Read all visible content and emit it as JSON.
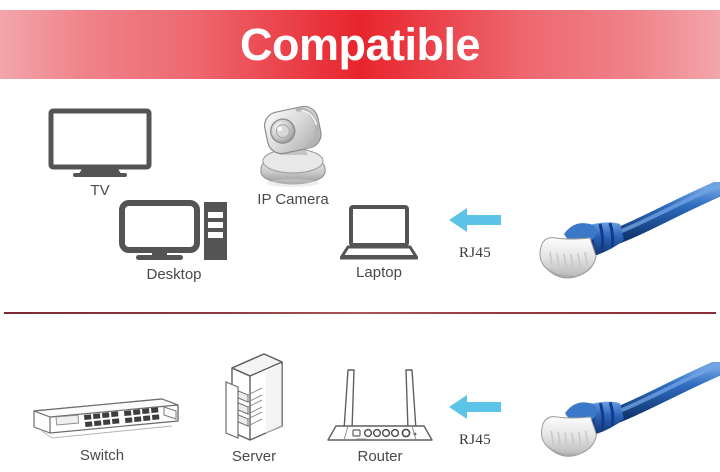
{
  "banner": {
    "title": "Compatible",
    "gradient_center_color": "#e8242d",
    "gradient_edge_color": "#f2a6ab",
    "text_color": "#ffffff"
  },
  "divider": {
    "color": "#8a2f37"
  },
  "theme": {
    "icon_color": "#545454",
    "label_color": "#4a4a4a",
    "arrow_color": "#5bc4e8",
    "cable_blue": "#1f5fb4",
    "cable_blue_dark": "#123a73",
    "cable_blue_light": "#5b93dd"
  },
  "top_row": {
    "devices": [
      {
        "label": "TV",
        "icon": "tv-icon"
      },
      {
        "label": "IP Camera",
        "icon": "ip-camera-icon"
      },
      {
        "label": "Desktop",
        "icon": "desktop-computer-icon"
      },
      {
        "label": "Laptop",
        "icon": "laptop-icon"
      }
    ],
    "connector": {
      "label": "RJ45",
      "arrow_icon": "arrow-left-icon",
      "cable_icon": "ethernet-cable-icon"
    }
  },
  "bottom_row": {
    "devices": [
      {
        "label": "Switch",
        "icon": "network-switch-icon"
      },
      {
        "label": "Server",
        "icon": "server-rack-icon"
      },
      {
        "label": "Router",
        "icon": "wireless-router-icon"
      }
    ],
    "connector": {
      "label": "RJ45",
      "arrow_icon": "arrow-left-icon",
      "cable_icon": "ethernet-cable-icon"
    }
  }
}
